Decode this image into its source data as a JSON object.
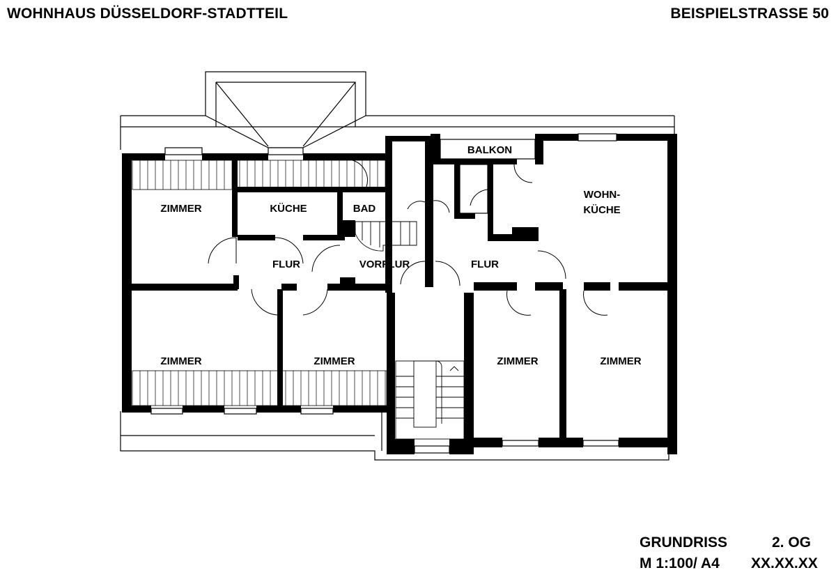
{
  "header": {
    "title_left": "WOHNHAUS DÜSSELDORF-STADTTEIL",
    "title_right": "BEISPIELSTRASSE 50"
  },
  "rooms": {
    "zimmer_nw": "ZIMMER",
    "kueche": "KÜCHE",
    "bad": "BAD",
    "balkon": "BALKON",
    "wohn_line1": "WOHN-",
    "wohn_line2": "KÜCHE",
    "flur_left": "FLUR",
    "vorflur": "VORFLUR",
    "flur_right": "FLUR",
    "zimmer_sw": "ZIMMER",
    "zimmer_s": "ZIMMER",
    "zimmer_se1": "ZIMMER",
    "zimmer_se2": "ZIMMER"
  },
  "footer": {
    "plan_label": "GRUNDRISS",
    "floor": "2. OG",
    "scale": "M 1:100/ A4",
    "date": "XX.XX.XX"
  }
}
